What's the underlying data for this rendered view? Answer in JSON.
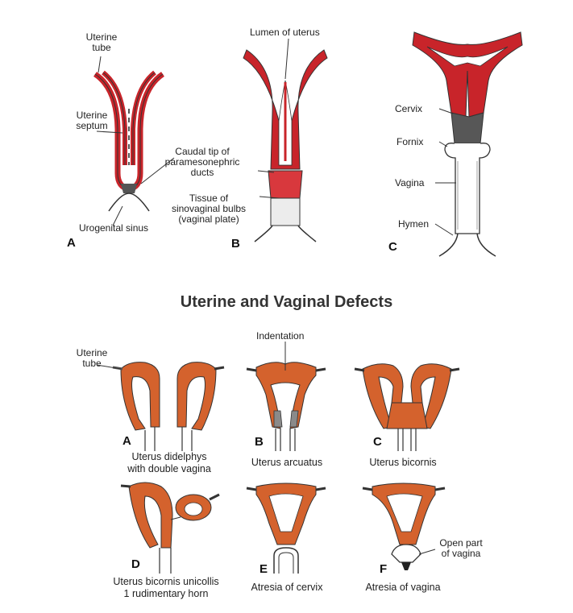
{
  "top_panel": {
    "a": {
      "letter": "A",
      "uterine_tube": [
        "Uterine",
        "tube"
      ],
      "uterine_septum": [
        "Uterine",
        "septum"
      ],
      "urogenital_sinus": "Urogenital sinus"
    },
    "b": {
      "letter": "B",
      "lumen": "Lumen of uterus",
      "caudal_tip": [
        "Caudal tip of",
        "paramesonephric",
        "ducts"
      ],
      "tissue": [
        "Tissue of",
        "sinovaginal bulbs",
        "(vaginal plate)"
      ]
    },
    "c": {
      "letter": "C",
      "cervix": "Cervix",
      "fornix": "Fornix",
      "vagina": "Vagina",
      "hymen": "Hymen"
    }
  },
  "title": "Uterine and Vaginal Defects",
  "defects": {
    "a": {
      "letter": "A",
      "uterine_tube": [
        "Uterine",
        "tube"
      ],
      "caption": [
        "Uterus didelphys",
        "with double vagina"
      ]
    },
    "b": {
      "letter": "B",
      "indentation": "Indentation",
      "caption": [
        "Uterus arcuatus"
      ]
    },
    "c": {
      "letter": "C",
      "caption": [
        "Uterus bicornis"
      ]
    },
    "d": {
      "letter": "D",
      "caption": [
        "Uterus bicornis unicollis",
        "1 rudimentary horn"
      ]
    },
    "e": {
      "letter": "E",
      "caption": [
        "Atresia of cervix"
      ]
    },
    "f": {
      "letter": "F",
      "open_part": [
        "Open part",
        "of vagina"
      ],
      "caption": [
        "Atresia of vagina"
      ]
    }
  },
  "colors": {
    "red": "#c8242a",
    "orange": "#d4622d",
    "grey": "#8a8a8a"
  }
}
